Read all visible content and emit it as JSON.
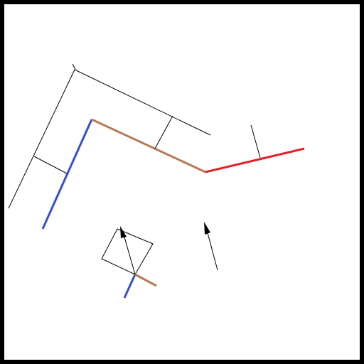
{
  "colors": {
    "frame": "#000000",
    "segment_left": "#3a4fc6",
    "segment_middle": "#b87a55",
    "segment_right": "#e02229",
    "construction": "#000000",
    "arrow": "#000000"
  },
  "figure": {
    "elements": [
      "outer-frame",
      "polyline-left-blue",
      "polyline-middle-brown",
      "polyline-right-red",
      "offset-guide-line",
      "perpendicular-ticks",
      "detail-square",
      "direction-arrows"
    ]
  }
}
